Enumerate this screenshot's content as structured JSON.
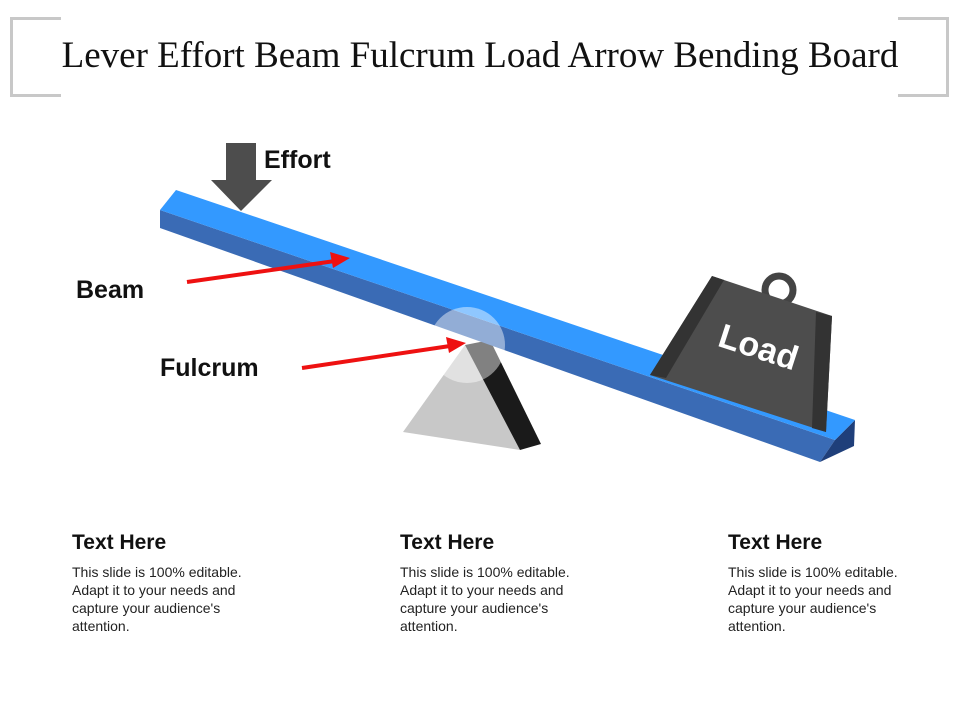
{
  "title": "Lever Effort Beam Fulcrum Load Arrow Bending Board",
  "labels": {
    "effort": "Effort",
    "beam": "Beam",
    "fulcrum": "Fulcrum",
    "load": "Load"
  },
  "colors": {
    "beam": "#3399ff",
    "beam_side": "#3a6bb5",
    "arrow": "#ee1111",
    "weight": "#4d4d4d"
  },
  "columns": [
    {
      "heading": "Text Here",
      "body": "This slide is 100% editable. Adapt it to your needs and capture your audience's attention."
    },
    {
      "heading": "Text Here",
      "body": "This slide is 100% editable. Adapt it to your needs and capture your audience's attention."
    },
    {
      "heading": "Text Here",
      "body": "This slide is 100% editable. Adapt it to your needs and capture your audience's attention."
    }
  ]
}
